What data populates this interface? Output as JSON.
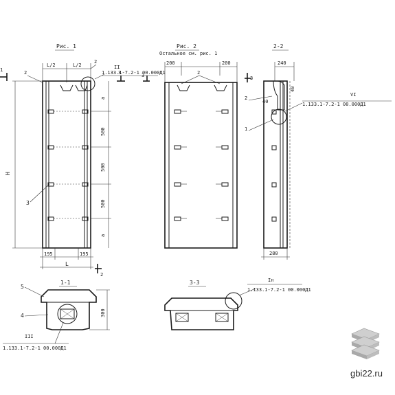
{
  "views": {
    "fig1": {
      "title": "Рис. 1"
    },
    "fig2": {
      "title": "Рис. 2",
      "subtitle": "Остальное см. рис. 1"
    },
    "sec22": {
      "title": "2-2"
    },
    "sec11": {
      "title": "1-1"
    },
    "sec33": {
      "title": "3-3"
    }
  },
  "dimensions": {
    "l_half": "L/2",
    "l_total": "L",
    "h_total": "Н",
    "step_a": "а",
    "step_500": "500",
    "edge_195": "195",
    "edge_200": "200",
    "w_240": "240",
    "w_280": "280",
    "d_40": "40",
    "h_300": "300"
  },
  "markers": {
    "m1": "1",
    "m2": "2",
    "m3": "3",
    "m4": "4",
    "m5": "5"
  },
  "callouts": {
    "node_ii_num": "II",
    "node_ii_ref": "1.133.1-7.2-1 00.000Д1",
    "node_vi_num": "VI",
    "node_vi_ref": "1.133.1-7.2-1 00.000Д1",
    "node_iii_num": "III",
    "node_iii_ref": "1.133.1-7.2-1 00.000Д1",
    "node_in_num": "Iн",
    "node_in_ref": "1.133.1-7.2-1 00.000Д1"
  },
  "watermark": {
    "text": "gbi22.ru"
  }
}
